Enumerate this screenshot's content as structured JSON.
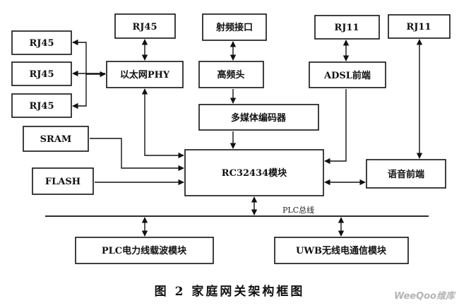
{
  "boxes": {
    "rj45_left_1": "RJ45",
    "rj45_left_2": "RJ45",
    "rj45_left_3": "RJ45",
    "rj45_top": "RJ45",
    "ethernet_phy": "以太网PHY",
    "rf_interface": "射频接口",
    "tuner": "高频头",
    "multimedia_codec": "多媒体编码器",
    "rj11_adsl": "RJ11",
    "adsl_frontend": "ADSL前端",
    "rj11_voice": "RJ11",
    "voice_frontend": "语音前端",
    "sram": "SRAM",
    "flash": "FLASH",
    "rc32434": "RC32434模块",
    "plc_module": "PLC电力线载波模块",
    "uwb_module": "UWB无线电通信模块"
  },
  "bus_label": "PLC总线",
  "caption": "图 2   家庭网关架构框图",
  "watermark": "WeeQoo维库"
}
